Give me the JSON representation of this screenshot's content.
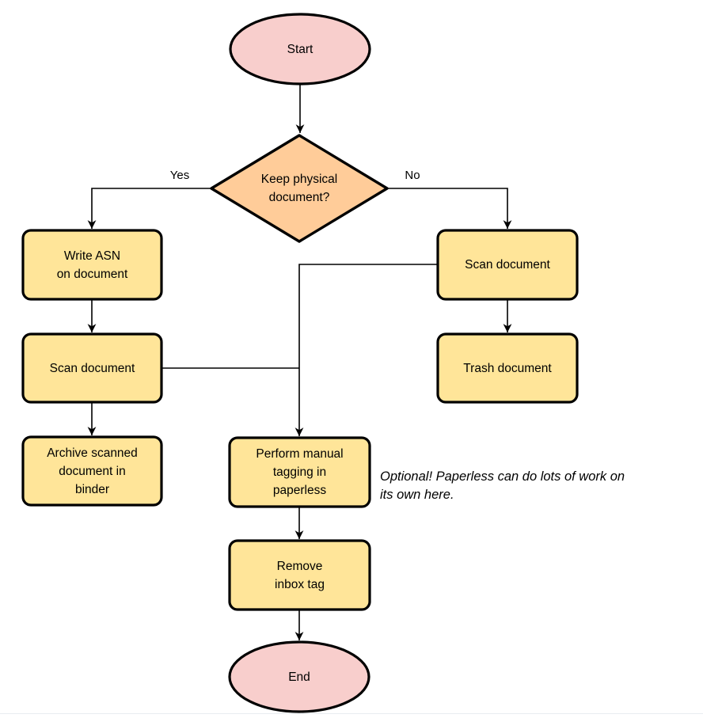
{
  "colors": {
    "terminal_fill": "#f8cecc",
    "process_fill": "#ffe599",
    "decision_fill": "#ffcc99",
    "stroke": "#000000"
  },
  "nodes": {
    "start": {
      "label": "Start"
    },
    "decision": {
      "label": "Keep physical\ndocument?"
    },
    "write_asn": {
      "label": "Write ASN\non document"
    },
    "scan_left": {
      "label": "Scan document"
    },
    "archive": {
      "label": "Archive scanned\ndocument in\nbinder"
    },
    "scan_right": {
      "label": "Scan document"
    },
    "trash": {
      "label": "Trash document"
    },
    "tagging": {
      "label": "Perform manual\ntagging in\npaperless"
    },
    "remove_inbox": {
      "label": "Remove\ninbox tag"
    },
    "end": {
      "label": "End"
    }
  },
  "edges": {
    "yes_label": "Yes",
    "no_label": "No"
  },
  "note": "Optional! Paperless can do lots of work on\nits own here."
}
